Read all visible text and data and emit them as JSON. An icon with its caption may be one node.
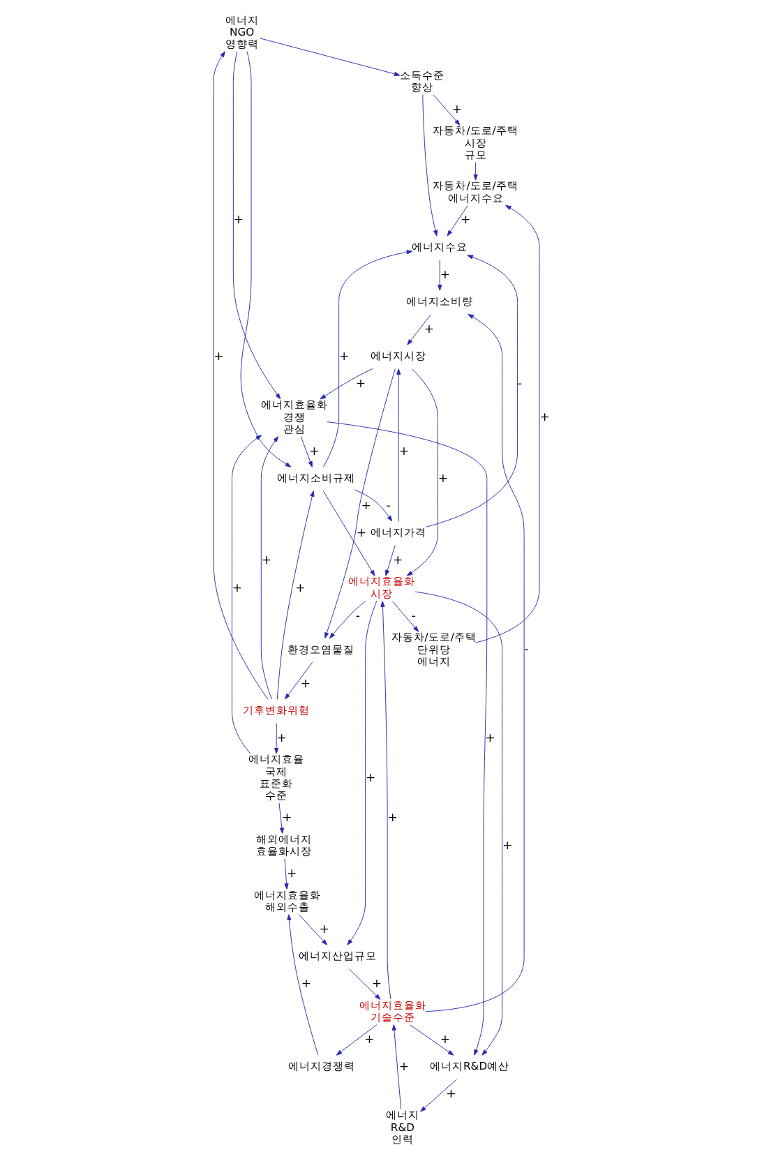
{
  "diagram": {
    "nodes": [
      {
        "text": [
          "에너지 NGO 영향력"
        ]
      },
      {
        "text": [
          "소득수준 향상"
        ]
      },
      {
        "text": [
          "자동차/도로/주택 시장 규모"
        ]
      },
      {
        "text": [
          "자동차/도로/주택 에너지수요"
        ]
      },
      {
        "text": [
          "자동차/도로/주택 단위당 에너지"
        ]
      },
      {
        "text": [
          "에너지수요"
        ]
      },
      {
        "text": [
          "에너지소비량"
        ]
      },
      {
        "text": [
          "에너지소비규제"
        ]
      },
      {
        "text": [
          "에너지시장"
        ]
      },
      {
        "text": [
          "에너지가격"
        ]
      },
      {
        "text": [
          "에너지효율화 경쟁 관심"
        ]
      },
      {
        "text": [
          "기후변화위험"
        ]
      },
      {
        "text": [
          "에너지효율화 시장"
        ]
      },
      {
        "text": [
          "에너지효율화 기술수준"
        ]
      },
      {
        "text": [
          "환경오염물질"
        ]
      },
      {
        "text": [
          "에너지R&D예산"
        ]
      },
      {
        "text": [
          "에너지효율 국제 표준화 수준"
        ]
      },
      {
        "text": [
          "에너지산업규모"
        ]
      },
      {
        "text": [
          "에너지 R&D 인력"
        ]
      },
      {
        "text": [
          "에너지경쟁력"
        ]
      },
      {
        "text": [
          "해외에너지 효율화시장"
        ]
      },
      {
        "text": [
          "에너지효율화 해외수출"
        ]
      }
    ],
    "edges": [
      {
        "from": 0,
        "to": 1,
        "arrow": "to"
      },
      {
        "from": 1,
        "to": 2,
        "arrow": "to",
        "label": "+"
      },
      {
        "from": 2,
        "to": 3,
        "arrow": "to"
      },
      {
        "from": 4,
        "to": 3,
        "arrow": "to",
        "label": "+"
      },
      {
        "from": 3,
        "to": 5,
        "arrow": "to",
        "label": "+"
      },
      {
        "from": 1,
        "to": 5,
        "arrow": "to"
      },
      {
        "from": 7,
        "to": 5,
        "arrow": "to",
        "label": "+"
      },
      {
        "from": 9,
        "to": 5,
        "arrow": "to",
        "label": "-"
      },
      {
        "from": 5,
        "to": 6,
        "arrow": "to",
        "label": "+"
      },
      {
        "from": 0,
        "to": 10,
        "arrow": "to",
        "label": "+"
      },
      {
        "from": 0,
        "to": 7,
        "arrow": "to"
      },
      {
        "from": 11,
        "to": 0,
        "arrow": "to",
        "label": "+"
      },
      {
        "from": 7,
        "to": 9,
        "arrow": "to",
        "label": "-"
      },
      {
        "from": 7,
        "to": 12,
        "arrow": "to",
        "label": "+"
      },
      {
        "from": 10,
        "to": 7,
        "arrow": "to",
        "label": "+"
      },
      {
        "from": 11,
        "to": 7,
        "arrow": "to",
        "label": "+"
      },
      {
        "from": 6,
        "to": 8,
        "arrow": "to",
        "label": "+"
      },
      {
        "from": 13,
        "to": 6,
        "arrow": "to",
        "label": "-"
      },
      {
        "from": 9,
        "to": 8,
        "arrow": "to",
        "label": "+"
      },
      {
        "from": 8,
        "to": 10,
        "arrow": "to",
        "label": "+"
      },
      {
        "from": 8,
        "to": 12,
        "arrow": "to",
        "label": "+"
      },
      {
        "from": 8,
        "to": 14,
        "arrow": "to",
        "label": "+"
      },
      {
        "from": 9,
        "to": 12,
        "arrow": "to",
        "label": "+"
      },
      {
        "from": 11,
        "to": 10,
        "arrow": "to",
        "label": "+"
      },
      {
        "from": 14,
        "to": 11,
        "arrow": "to",
        "label": "+"
      },
      {
        "from": 12,
        "to": 4,
        "arrow": "to",
        "label": "-"
      },
      {
        "from": 13,
        "to": 12,
        "arrow": "to",
        "label": "+"
      },
      {
        "from": 12,
        "to": 14,
        "arrow": "to",
        "label": "-"
      },
      {
        "from": 12,
        "to": 15,
        "arrow": "to",
        "label": "+"
      },
      {
        "from": 12,
        "to": 17,
        "arrow": "to",
        "label": "+"
      },
      {
        "from": 17,
        "to": 13,
        "arrow": "to",
        "label": "+"
      },
      {
        "from": 18,
        "to": 13,
        "arrow": "to",
        "label": "+"
      },
      {
        "from": 13,
        "to": 19,
        "arrow": "to",
        "label": "+"
      },
      {
        "from": 13,
        "to": 15,
        "arrow": "to",
        "label": "+"
      },
      {
        "from": 15,
        "to": 18,
        "arrow": "to",
        "label": "+"
      },
      {
        "from": 10,
        "to": 15,
        "arrow": "to",
        "label": "+"
      },
      {
        "from": 11,
        "to": 16,
        "arrow": "to",
        "label": "+"
      },
      {
        "from": 16,
        "to": 10,
        "arrow": "to",
        "label": "+"
      },
      {
        "from": 16,
        "to": 20,
        "arrow": "to",
        "label": "+"
      },
      {
        "from": 20,
        "to": 21,
        "arrow": "to",
        "label": "+"
      },
      {
        "from": 21,
        "to": 17,
        "arrow": "to",
        "label": "+"
      },
      {
        "from": 19,
        "to": 21,
        "arrow": "to",
        "label": "+"
      }
    ]
  }
}
